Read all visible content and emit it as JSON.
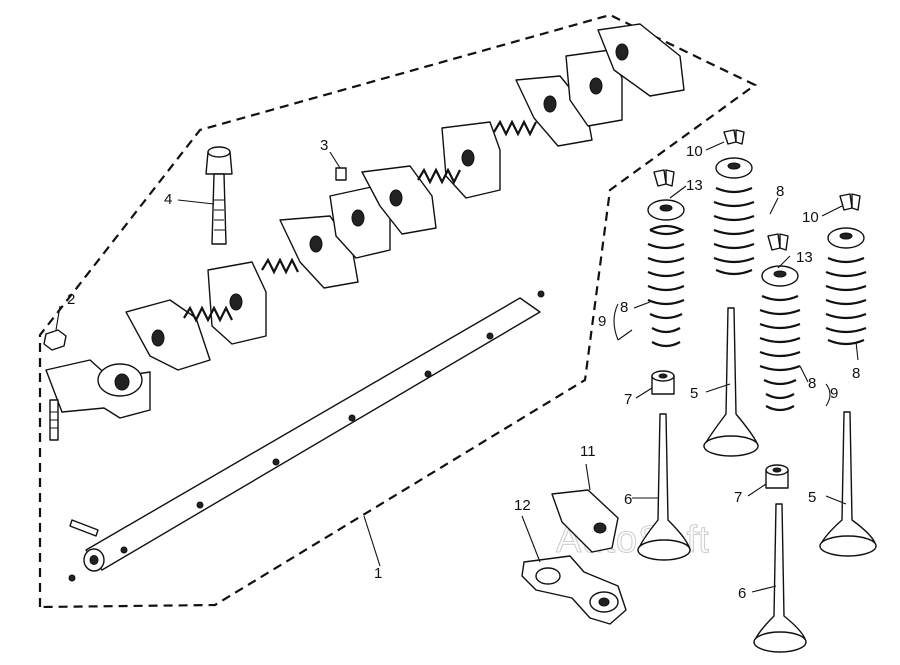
{
  "watermark": "AutoSoft",
  "callouts": {
    "c1": "1",
    "c2": "2",
    "c3": "3",
    "c4": "4",
    "c5a": "5",
    "c5b": "5",
    "c6a": "6",
    "c6b": "6",
    "c7a": "7",
    "c7b": "7",
    "c8a": "8",
    "c8b": "8",
    "c8c": "8",
    "c8d": "8",
    "c9a": "9",
    "c9b": "9",
    "c10a": "10",
    "c10b": "10",
    "c11": "11",
    "c12": "12",
    "c13a": "13",
    "c13b": "13"
  }
}
